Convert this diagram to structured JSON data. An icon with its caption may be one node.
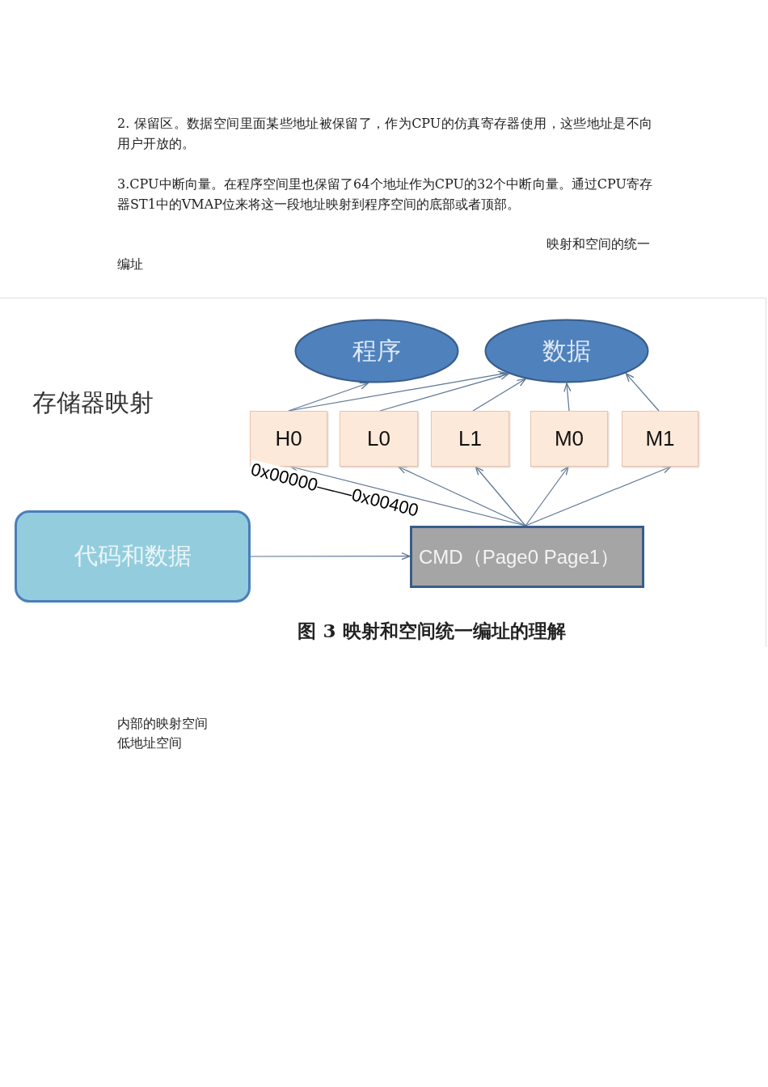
{
  "diagram": {
    "title": "存储器映射",
    "caption": "图 3 映射和空间统一编址的理解",
    "nodes": [
      {
        "text": [
          "程序"
        ]
      },
      {
        "text": [
          "数据"
        ]
      },
      {
        "text": [
          "H0"
        ]
      },
      {
        "text": [
          "L0"
        ]
      },
      {
        "text": [
          "L1"
        ]
      },
      {
        "text": [
          "M0"
        ]
      },
      {
        "text": [
          "M1"
        ]
      },
      {
        "text": [
          "代码和数据"
        ]
      },
      {
        "text": [
          "CMD（Page0 Page1）"
        ]
      }
    ],
    "edges": [
      {
        "from": 2,
        "to": 0,
        "arrow": "to"
      },
      {
        "from": 2,
        "to": 1,
        "arrow": "to"
      },
      {
        "from": 3,
        "to": 1,
        "arrow": "to"
      },
      {
        "from": 4,
        "to": 1,
        "arrow": "to"
      },
      {
        "from": 5,
        "to": 1,
        "arrow": "to"
      },
      {
        "from": 6,
        "to": 1,
        "arrow": "to"
      },
      {
        "from": 8,
        "to": 2,
        "arrow": "to",
        "label": "0x00000——0x00400"
      },
      {
        "from": 8,
        "to": 3,
        "arrow": "to"
      },
      {
        "from": 8,
        "to": 4,
        "arrow": "to"
      },
      {
        "from": 8,
        "to": 5,
        "arrow": "to"
      },
      {
        "from": 8,
        "to": 6,
        "arrow": "to"
      },
      {
        "from": 7,
        "to": 8,
        "arrow": "to"
      }
    ],
    "labels": [
      "2. 保留区。数据空间里面某些地址被保留了，作为CPU的仿真寄存器使用，这些地址是不向用户开放的。",
      "3.CPU中断向量。在程序空间里也保留了64个地址作为CPU的32个中断向量。通过CPU寄存器ST1中的VMAP位来将这一段地址映射到程序空间的底部或者顶部。",
      "映射和空间的统一编址",
      "内部的映射空间",
      "低地址空间"
    ]
  }
}
